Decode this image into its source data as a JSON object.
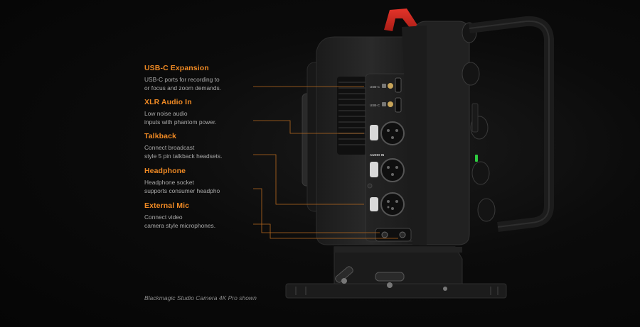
{
  "features": [
    {
      "title": "USB-C Expansion",
      "desc1": "USB-C ports for recording to",
      "desc2": "or focus and zoom demands."
    },
    {
      "title": "XLR Audio In",
      "desc1": "Low noise audio",
      "desc2": "inputs with phantom power."
    },
    {
      "title": "Talkback",
      "desc1": "Connect broadcast",
      "desc2": "style 5 pin talkback headsets."
    },
    {
      "title": "Headphone",
      "desc1": "Headphone socket",
      "desc2": "supports consumer headpho"
    },
    {
      "title": "External Mic",
      "desc1": "Connect video",
      "desc2": "camera style microphones."
    }
  ],
  "caption": "Blackmagic Studio Camera 4K Pro shown",
  "panel_labels": {
    "usbc_a": "USB-C",
    "usbc_b": "USB-C",
    "audio_in": "AUDIO IN"
  },
  "colors": {
    "accent": "#f08a24",
    "handle_red": "#d62b22",
    "status_green": "#2ecc40"
  }
}
